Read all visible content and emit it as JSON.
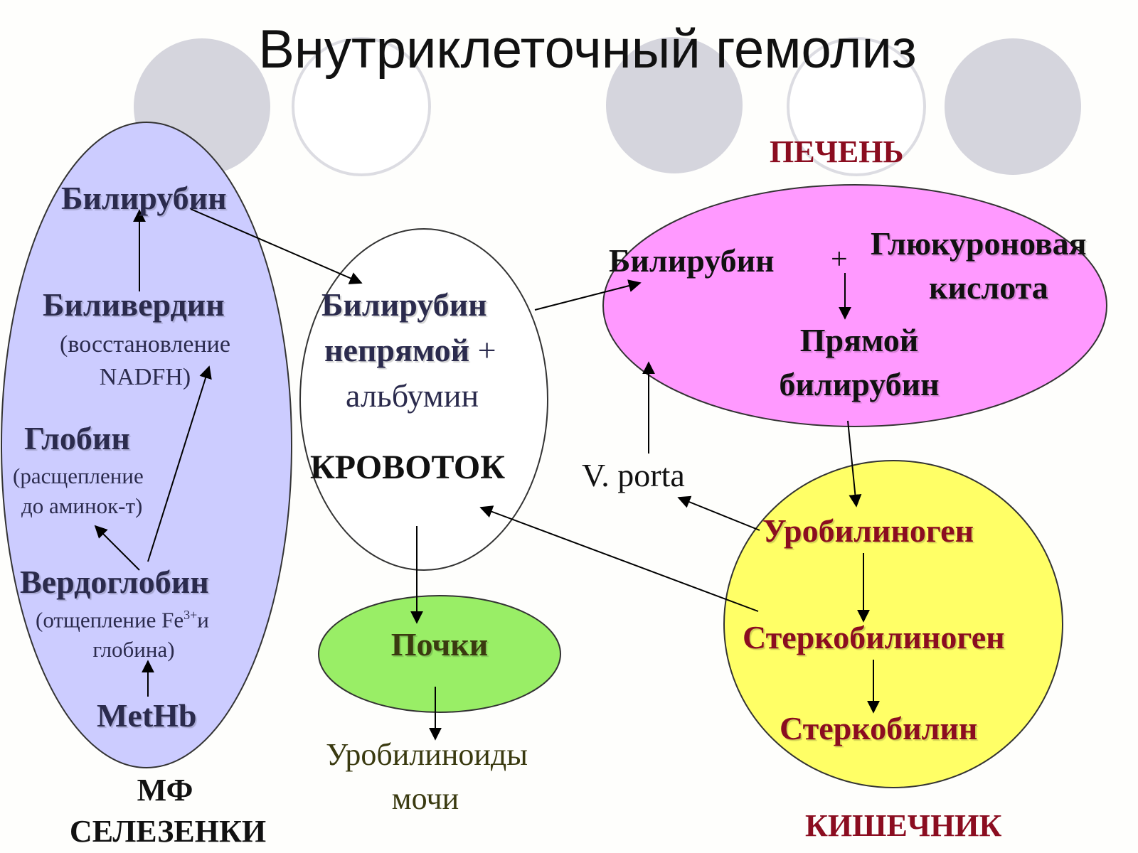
{
  "title": "Внутриклеточный гемолиз",
  "spleen": {
    "bilirubin": "Билирубин",
    "biliverdin": "Биливердин",
    "biliverdin_note_1": "(восстановление",
    "biliverdin_note_2": "NADFH)",
    "globin": "Глобин",
    "globin_note_1": "(расщепление",
    "globin_note_2": "до аминок-т)",
    "verdoglobin": "Вердоглобин",
    "verdoglobin_note_1a": "(отщепление Fe",
    "verdoglobin_note_1sup": "3+",
    "verdoglobin_note_1b": "и",
    "verdoglobin_note_2": "глобина)",
    "methb": "MetHb",
    "caption_1": "МФ",
    "caption_2": "СЕЛЕЗЕНКИ"
  },
  "blood": {
    "line1": "Билирубин",
    "line2a": "непрямой",
    "line2b": " +",
    "line3": "альбумин",
    "label": "КРОВОТОК"
  },
  "liver": {
    "caption": "ПЕЧЕНЬ",
    "bilirubin": "Билирубин",
    "plus": "+",
    "acid_1": "Глюкуроновая",
    "acid_2": "кислота",
    "direct_1": "Прямой",
    "direct_2": "билирубин"
  },
  "kidneys": {
    "label": "Почки",
    "output_1": "Уробилиноиды",
    "output_2": "мочи"
  },
  "portal": "V. porta",
  "intestine": {
    "caption": "КИШЕЧНИК",
    "urobilinogen": "Уробилиноген",
    "stercobilinogen": "Стеркобилиноген",
    "stercobilin": "Стеркобилин"
  },
  "colors": {
    "spleen_fill": "#ccccff",
    "liver_fill": "#ff99ff",
    "kidney_fill": "#99ee66",
    "intestine_fill": "#ffff66",
    "deco_circle": "#d4d4dc",
    "caption_red": "#8b0d20"
  }
}
